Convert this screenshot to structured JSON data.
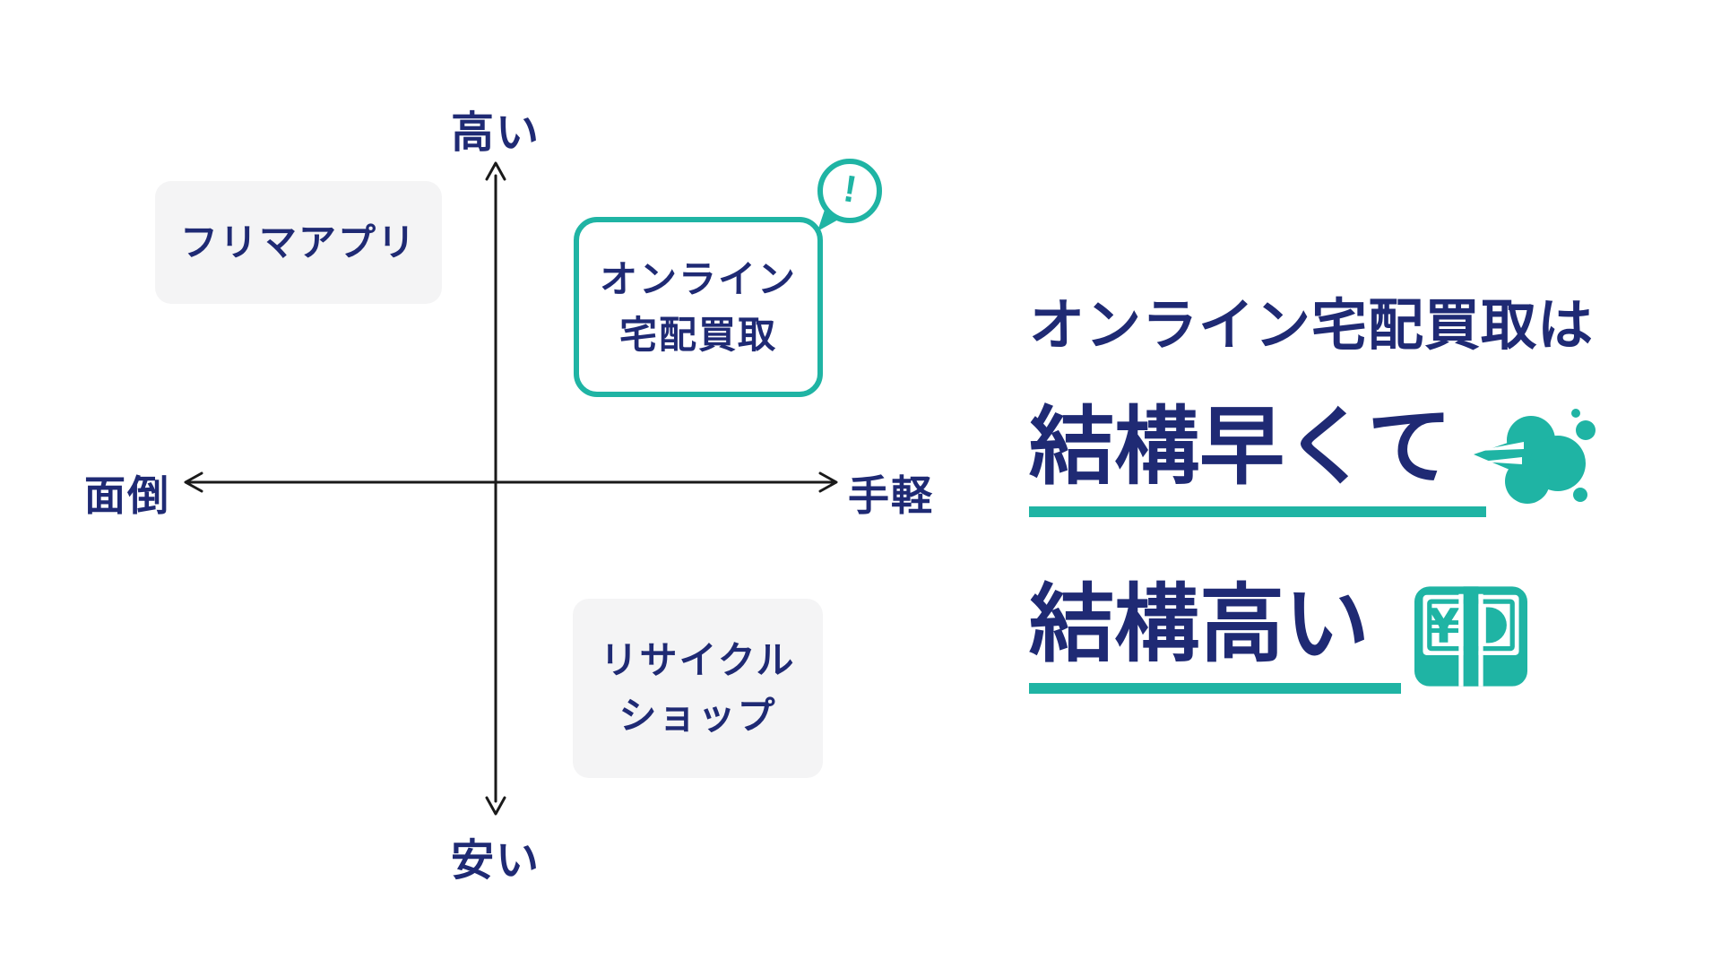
{
  "colors": {
    "navy": "#1f2a74",
    "teal": "#1fb4a4",
    "box_gray": "#f4f4f5",
    "axis": "#1a1a1a"
  },
  "chart": {
    "axis": {
      "top": "高い",
      "bottom": "安い",
      "left": "面倒",
      "right": "手軽"
    },
    "boxes": {
      "furima": {
        "label": "フリマアプリ"
      },
      "online": {
        "line1": "オンライン",
        "line2": "宅配買取",
        "badge": "!"
      },
      "recycle": {
        "line1": "リサイクル",
        "line2": "ショップ"
      }
    }
  },
  "panel": {
    "headline": "オンライン宅配買取は",
    "fast": "結構早くて",
    "pricey": "結構高い",
    "yen": "¥"
  },
  "icons": {
    "attention": "exclamation-speech-bubble-icon",
    "fast": "dash-wind-puff-icon",
    "pricey": "yen-banknote-icon"
  }
}
